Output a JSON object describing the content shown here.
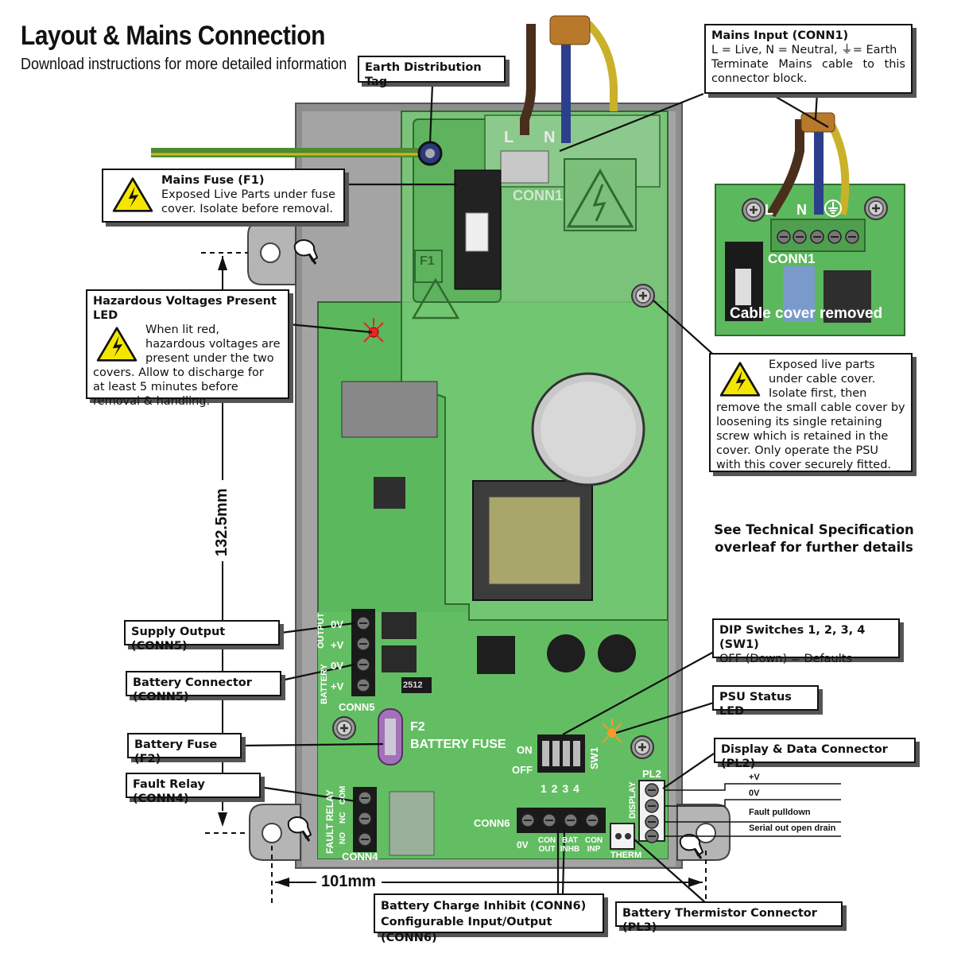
{
  "header": {
    "title": "Layout & Mains Connection",
    "subtitle": "Download instructions for more detailed information"
  },
  "callouts": {
    "earth_tag": "Earth Distribution Tag",
    "mains_input": {
      "title": "Mains Input (CONN1)",
      "line1": "L = Live, N = Neutral, ⏚= Earth",
      "line2": "Terminate Mains cable to this connector block."
    },
    "mains_fuse": {
      "title": "Mains Fuse (F1)",
      "body": "Exposed Live Parts under fuse cover. Isolate before removal."
    },
    "hazard_led": {
      "title": "Hazardous Voltages Present LED",
      "body": "When lit red, hazardous voltages are present under the two covers. Allow to discharge for",
      "tail": "at least 5 minutes before removal & handling."
    },
    "cable_cover": {
      "body": "Exposed live parts under cable cover. Isolate first, then remove the small cable cover by",
      "tail": "loosening its single retaining screw which is retained in the cover. Only operate the PSU with this cover securely fitted."
    },
    "supply_output": "Supply Output (CONN5)",
    "battery_connector": "Battery Connector (CONN5)",
    "battery_fuse": "Battery Fuse (F2)",
    "fault_relay": "Fault Relay (CONN4)",
    "dip_switches": {
      "title": "DIP Switches 1, 2, 3, 4 (SW1)",
      "body": "OFF (Down) = Defaults"
    },
    "psu_status_led": "PSU Status LED",
    "display_connector": "Display & Data Connector (PL2)",
    "battery_charge": {
      "line1": "Battery Charge Inhibit (CONN6)",
      "line2": "Configurable Input/Output (CONN6)"
    },
    "thermistor": "Battery Thermistor Connector (PL3)"
  },
  "note": {
    "line1": "See Technical Specification",
    "line2": "overleaf for further details"
  },
  "dimensions": {
    "height": "132.5mm",
    "width": "101mm"
  },
  "inset": {
    "caption": "Cable cover removed",
    "conn_label": "CONN1",
    "L": "L",
    "N": "N"
  },
  "pcb_labels": {
    "L": "L",
    "N": "N",
    "conn1": "CONN1",
    "f1": "F1",
    "f2": "F2",
    "battery_fuse": "BATTERY FUSE",
    "conn5": "CONN5",
    "conn4": "CONN4",
    "conn6": "CONN6",
    "sw1": "SW1",
    "on": "ON",
    "off": "OFF",
    "switch_numbers": "1 2 3 4",
    "pl2": "PL2",
    "display": "DISPLAY",
    "therm": "THERM",
    "part_2512": "2512",
    "conn5_pins": [
      "0V",
      "+V",
      "0V",
      "+V"
    ],
    "output": "OUTPUT",
    "battery": "BATTERY",
    "fault_relay": "FAULT RELAY",
    "conn4_pins": [
      "COM",
      "NC",
      "NO"
    ],
    "conn6_pins": [
      "0V",
      "CON OUT",
      "BAT INHB",
      "CON INP"
    ]
  },
  "pl2_signals": [
    "+V",
    "0V",
    "Fault pulldown",
    "Serial out open drain"
  ],
  "colors": {
    "pcb": "#5cb85c",
    "pcb_dark": "#3f8f3f",
    "enclosure": "#8a8a8a",
    "warning": "#f5e600"
  }
}
